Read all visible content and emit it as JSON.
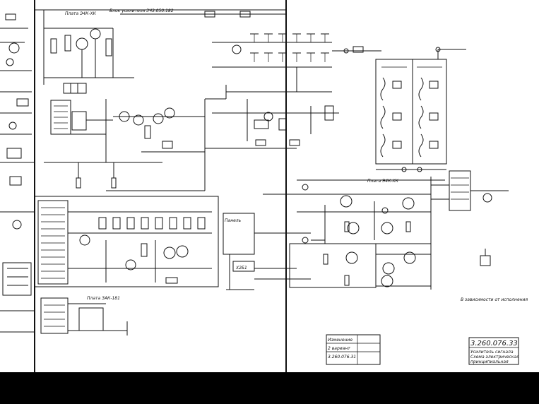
{
  "labels": {
    "top_block_title": "Плата Э4К-ХК",
    "top_block_ref": "Блок усилителя ЗЧ",
    "top_block_code": "3.050.182",
    "mid_block_ref": "Плата Э4К-ХК",
    "right_note": "В зависимости от исполнения",
    "bottom_left_ref": "Плата ЗАК-181",
    "connector_label": "Х2Б1",
    "panel_tag": "Панель",
    "doc_number": "3.260.076.33",
    "title_block_line1": "Усилитель сигнала",
    "title_block_line2": "Схема электрическая",
    "title_block_line3": "принципиальная",
    "revision_box_1": "Изменение",
    "revision_box_2": "2 вариант",
    "revision_box_3": "3.260.076.31"
  },
  "colors": {
    "ink": "#111111",
    "paper": "#ffffff",
    "band": "#000000"
  }
}
